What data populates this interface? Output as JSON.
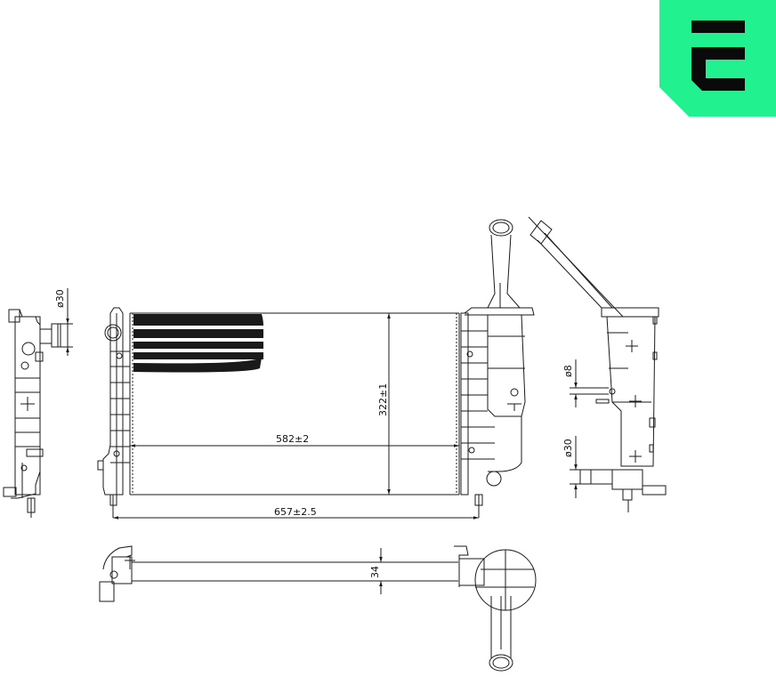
{
  "brand": {
    "logo_color": "#21F28F",
    "logo_glyph_color": "#0A0A0A",
    "logo_label": "E"
  },
  "drawing": {
    "subject": "radiator-with-expansion-tank",
    "line_color": "#1A1A1A",
    "views": {
      "side_left": {
        "dimension_label": "ø30"
      },
      "front": {
        "core_width_label": "582±2",
        "core_height_label": "322±1",
        "overall_width_label": "657±2.5"
      },
      "side_right": {
        "upper_dimension_label": "ø8",
        "lower_dimension_label": "ø30"
      },
      "top": {
        "depth_label": "34"
      }
    }
  }
}
